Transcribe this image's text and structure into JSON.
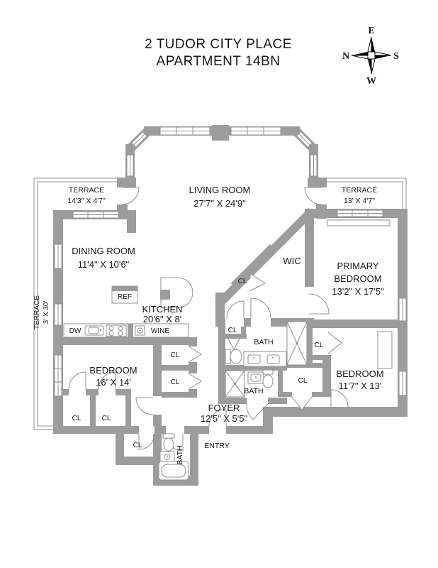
{
  "title": {
    "line1": "2 TUDOR CITY PLACE",
    "line2": "APARTMENT 14BN"
  },
  "compass": {
    "n": "N",
    "e": "E",
    "s": "S",
    "w": "W"
  },
  "rooms": {
    "living": {
      "name": "LIVING ROOM",
      "dims": "27'7\" X 24'9\""
    },
    "dining": {
      "name": "DINING ROOM",
      "dims": "11'4\" X 10'6\""
    },
    "kitchen": {
      "name": "KITCHEN",
      "dims": "20'6\" X 8'"
    },
    "primary": {
      "line1": "PRIMARY",
      "line2": "BEDROOM",
      "dims": "13'2\" X 17'5\""
    },
    "bedroom1": {
      "name": "BEDROOM",
      "dims": "16' X 14'"
    },
    "bedroom2": {
      "name": "BEDROOM",
      "dims": "11'7\" X 13'"
    },
    "foyer": {
      "name": "FOYER",
      "dims": "12'5\" X 5'5\""
    },
    "wic": {
      "name": "WIC"
    },
    "terrace_top_left": {
      "name": "TERRACE",
      "dims": "14'3\" X 4'7\""
    },
    "terrace_top_right": {
      "name": "TERRACE",
      "dims": "13' X 4'7\""
    },
    "terrace_side": {
      "name": "TERRACE",
      "dims": "3' X 30'"
    }
  },
  "fixtures": {
    "ref": "REF",
    "dw": "DW",
    "wine": "WINE",
    "bath": "BATH",
    "closet": "CL",
    "entry": "ENTRY"
  }
}
